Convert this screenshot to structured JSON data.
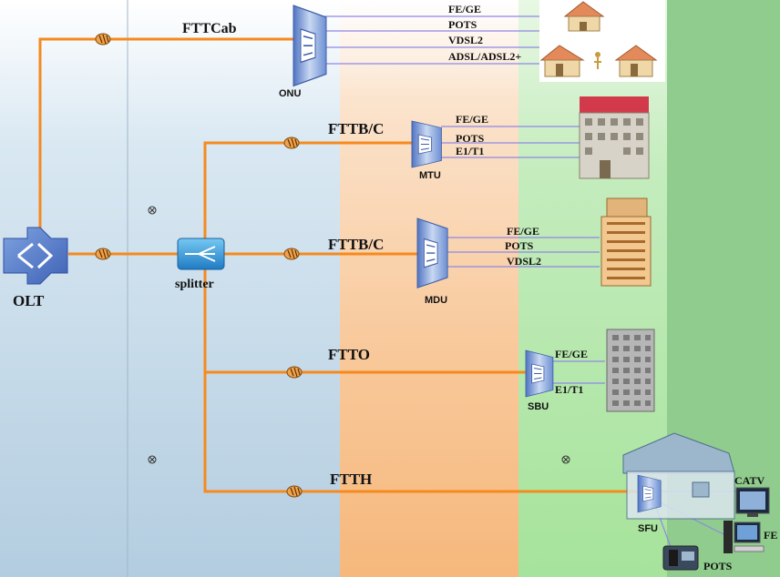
{
  "colors": {
    "fiber": "#f58a1f",
    "service_line": "#8f87e6",
    "zone_blue": "#c7dcea",
    "zone_orange": "#f7cda4",
    "zone_light_green": "#bfeab8",
    "zone_dark_green": "#8fcc8d"
  },
  "nodes": {
    "olt": "OLT",
    "splitter": "splitter",
    "onu": "ONU",
    "mtu": "MTU",
    "mdu": "MDU",
    "sbu": "SBU",
    "sfu": "SFU"
  },
  "links": {
    "fttcab": "FTTCab",
    "fttb_c_1": "FTTB/C",
    "fttb_c_2": "FTTB/C",
    "ftto": "FTTO",
    "ftth": "FTTH"
  },
  "services": {
    "onu": [
      "FE/GE",
      "POTS",
      "VDSL2",
      "ADSL/ADSL2+"
    ],
    "mtu": [
      "FE/GE",
      "POTS",
      "E1/T1"
    ],
    "mdu": [
      "FE/GE",
      "POTS",
      "VDSL2"
    ],
    "sbu": [
      "FE/GE",
      "E1/T1"
    ],
    "sfu": [
      "CATV",
      "FE",
      "POTS"
    ]
  },
  "icons": {
    "olt": "olt-device-icon",
    "splitter": "splitter-icon",
    "network_unit": "network-unit-icon",
    "houses": "houses-icon",
    "mid_building": "office-building-icon",
    "tower": "tower-building-icon",
    "grey_building": "grey-building-icon",
    "villa": "house-icon",
    "tv": "tv-icon",
    "pc": "computer-icon",
    "phone": "phone-icon",
    "fiber_coil": "fiber-coil-icon"
  }
}
